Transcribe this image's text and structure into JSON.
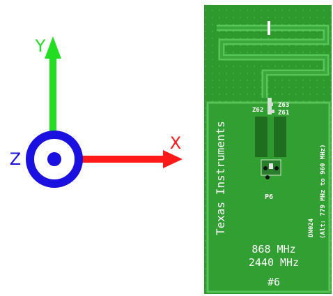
{
  "axes": {
    "x_label": "X",
    "y_label": "Y",
    "z_label": "Z",
    "colors": {
      "x": "#ff1a1a",
      "y": "#22dd22",
      "z": "#1a10e0"
    }
  },
  "board": {
    "brand": "Texas Instruments",
    "alt_range": "(Alt: 779 MHz to 960 MHz)",
    "doc_code": "DN024",
    "component_labels": {
      "z62": "Z62",
      "z63": "Z63",
      "z61": "Z61",
      "p6": "P6"
    },
    "freq_1": "868 MHz",
    "freq_2": "2440 MHz",
    "board_number": "#6",
    "colors": {
      "pcb": "#2e9a2e",
      "trace": "#4fc04f",
      "pad": "#1f6e1f"
    }
  }
}
